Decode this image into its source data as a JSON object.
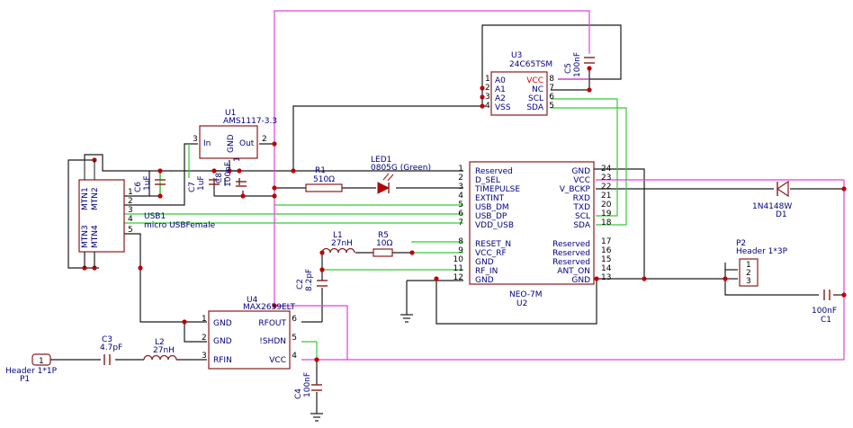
{
  "colors": {
    "wire_black": "#1a1a1a",
    "wire_green": "#33cc33",
    "wire_magenta": "#e040e0",
    "part_outline": "#8b1a1a",
    "ref_text": "#000080",
    "pin_text": "#000080",
    "pin_num": "#000000",
    "red_text": "#d00000",
    "junction": "#c00000"
  },
  "components": {
    "u1": {
      "ref": "U1",
      "value": "AMS1117-3.3",
      "pin_in": "In",
      "pin_gnd": "GND",
      "pin_out": "Out",
      "n_in": "3",
      "n_out": "2"
    },
    "u3": {
      "ref": "U3",
      "value": "24C65TSM",
      "pins_left": [
        "A0",
        "A1",
        "A2",
        "VSS"
      ],
      "nums_left": [
        "1",
        "2",
        "3",
        "4"
      ],
      "pins_right": [
        "VCC",
        "NC",
        "SCL",
        "SDA"
      ],
      "nums_right": [
        "8",
        "7",
        "6",
        "5"
      ]
    },
    "u2": {
      "ref": "U2",
      "value": "NEO-7M",
      "pins_left": [
        "Reserved",
        "D_SEL",
        "TIMEPULSE",
        "EXTINT",
        "USB_DM",
        "USB_DP",
        "VDD_USB",
        "RESET_N",
        "VCC_RF",
        "GND",
        "RF_IN",
        "GND"
      ],
      "nums_left": [
        "1",
        "2",
        "3",
        "4",
        "5",
        "6",
        "7",
        "8",
        "9",
        "10",
        "11",
        "12"
      ],
      "pins_right": [
        "GND",
        "VCC",
        "V_BCKP",
        "RXD",
        "TXD",
        "SCL",
        "SDA",
        "Reserved",
        "Reserved",
        "Reserved",
        "ANT_ON",
        "GND"
      ],
      "nums_right": [
        "24",
        "23",
        "22",
        "21",
        "20",
        "19",
        "18",
        "17",
        "16",
        "15",
        "14",
        "13"
      ]
    },
    "u4": {
      "ref": "U4",
      "value": "MAX2659ELT",
      "pins_left": [
        "GND",
        "GND",
        "RFIN"
      ],
      "nums_left": [
        "1",
        "2",
        "3"
      ],
      "pins_right": [
        "RFOUT",
        "!SHDN",
        "VCC"
      ],
      "nums_right": [
        "6",
        "5",
        "4"
      ]
    },
    "usb1": {
      "ref": "USB1",
      "value": "micro USBFemale",
      "mtn": [
        "MTN1",
        "MTN2",
        "MTN3",
        "MTN4"
      ],
      "nums": [
        "1",
        "2",
        "3",
        "4",
        "5"
      ]
    },
    "p1": {
      "ref": "P1",
      "value": "Header 1*1P",
      "pin": "1"
    },
    "p2": {
      "ref": "P2",
      "value": "Header 1*3P",
      "pins": [
        "1",
        "2",
        "3"
      ]
    },
    "r1": {
      "ref": "R1",
      "value": "510Ω"
    },
    "r5": {
      "ref": "R5",
      "value": "10Ω"
    },
    "led1": {
      "ref": "LED1",
      "value": "0805G (Green)"
    },
    "l1": {
      "ref": "L1",
      "value": "27nH"
    },
    "l2": {
      "ref": "L2",
      "value": "27nH"
    },
    "c1": {
      "ref": "C1",
      "value": "100nF"
    },
    "c2": {
      "ref": "C2",
      "value": "8.2pF"
    },
    "c3": {
      "ref": "C3",
      "value": "4.7pF"
    },
    "c4": {
      "ref": "C4",
      "value": "100nF"
    },
    "c5": {
      "ref": "C5",
      "value": "100nF"
    },
    "c6": {
      "ref": "C6",
      "value": "1uF"
    },
    "c7": {
      "ref": "C7",
      "value": "1uF"
    },
    "c8": {
      "ref": "C8",
      "value": "100nF"
    },
    "c8_extra": {
      "value": "1"
    },
    "d1": {
      "ref": "D1",
      "value": "1N4148W"
    }
  }
}
